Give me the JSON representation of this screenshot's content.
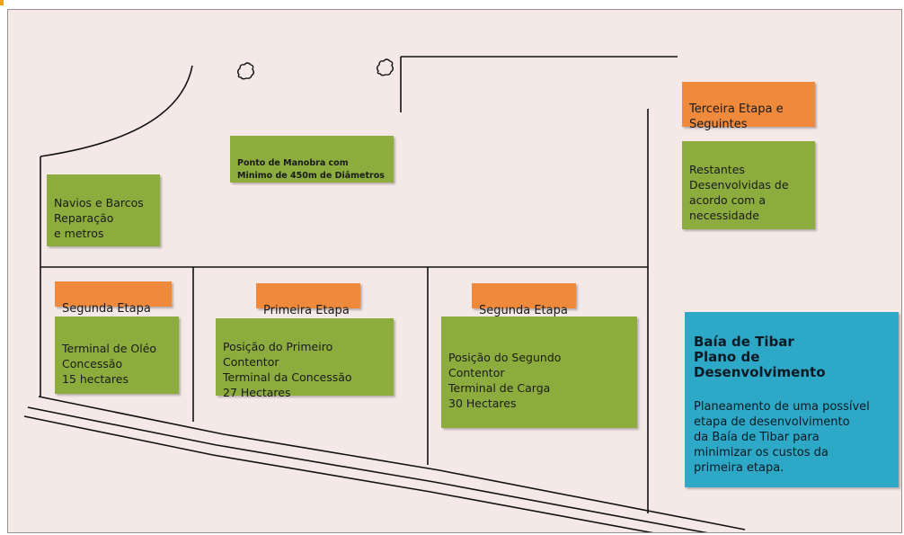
{
  "labels": {
    "navios": "Navios e Barcos\nReparação\ne metros",
    "manobra": "Ponto de Manobra com\nMinimo de 450m de Diâmetros",
    "terceira_title": "Terceira Etapa e\nSeguintes",
    "restantes": "Restantes\nDesenvolvidas de\nacordo com a\nnecessidade",
    "segunda_left_title": "Segunda Etapa",
    "terminal_oleo": "Terminal de Oléo\nConcessão\n15 hectares",
    "primeira_title": "Primeira Etapa",
    "primeiro_contentor": "Posição do Primeiro\nContentor\nTerminal da Concessão\n27 Hectares",
    "segunda_right_title": "Segunda Etapa",
    "segundo_contentor": "Posição do Segundo\nContentor\nTerminal de Carga\n30 Hectares"
  },
  "info": {
    "title": "Baía de Tibar\nPlano de\nDesenvolvimento",
    "description": "Planeamento de uma possível\netapa de desenvolvimento\nda Baía de Tibar para\nminimizar os  custos da\nprimeira etapa."
  },
  "colors": {
    "background": "#f5e9e8",
    "green_box": "#8cad3e",
    "orange_box": "#ef8a3c",
    "blue_box": "#2da8c7"
  },
  "icons": [
    "bush-icon",
    "bush-icon"
  ]
}
